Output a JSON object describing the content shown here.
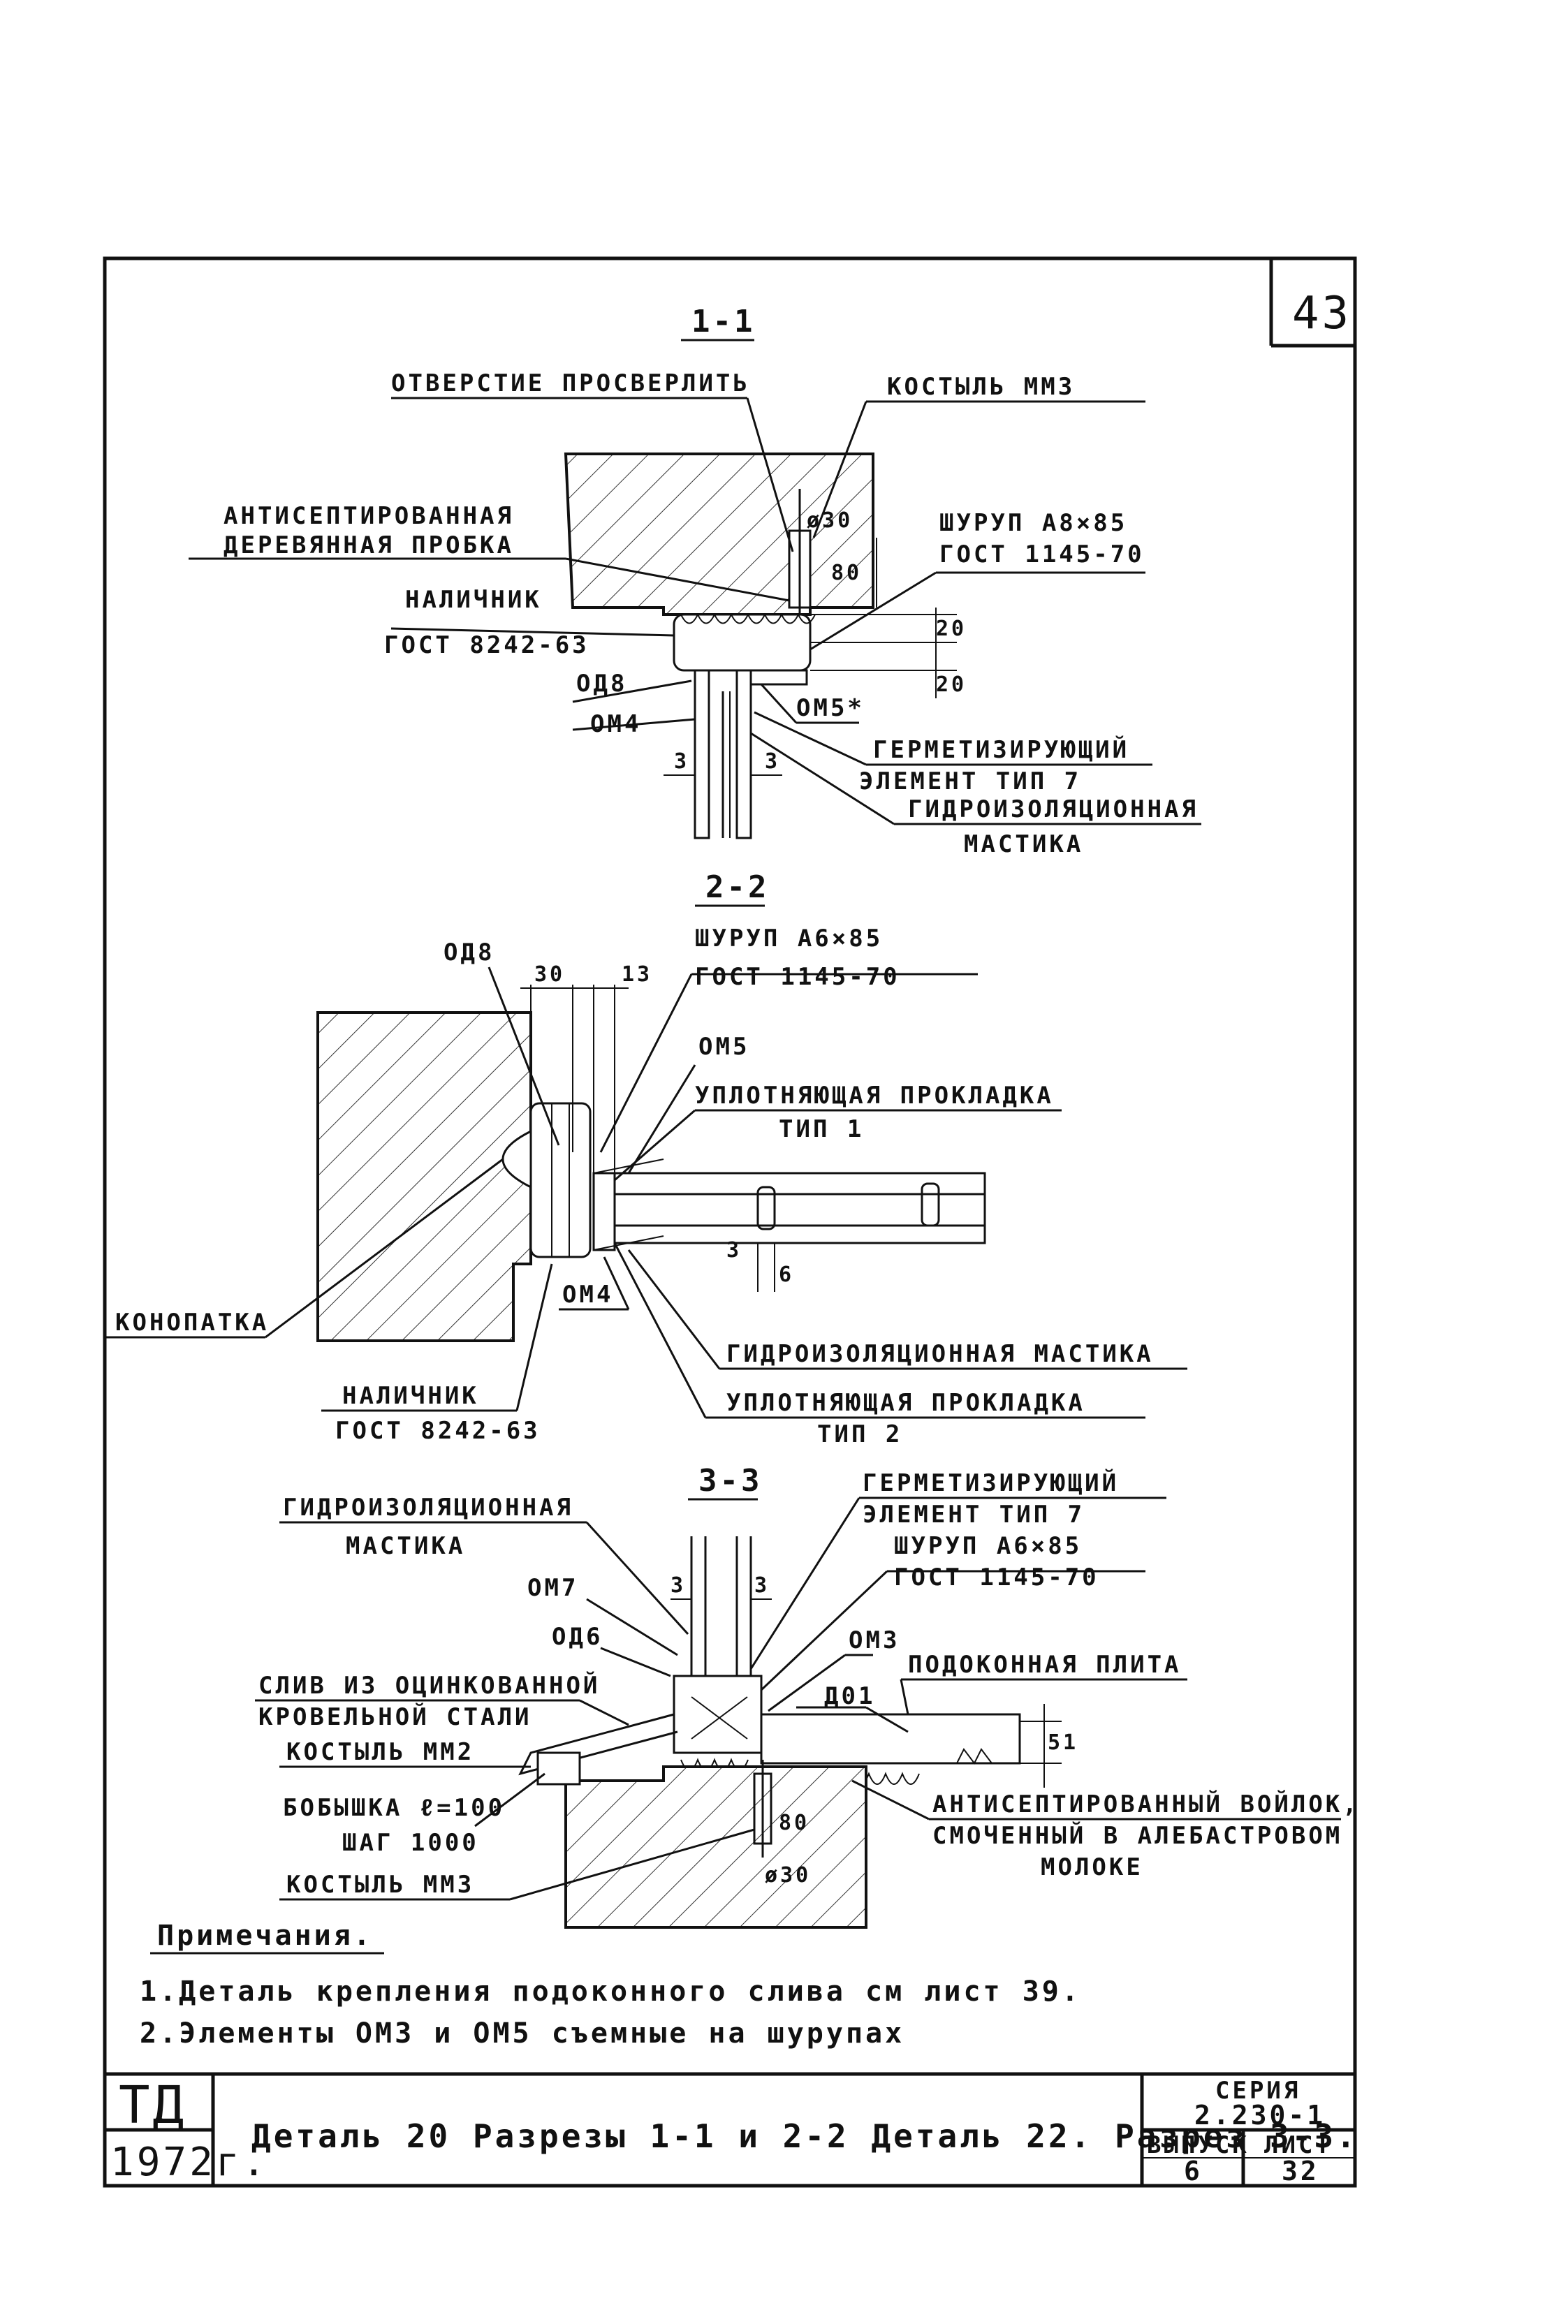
{
  "sheet": {
    "page_number": "43",
    "sections": {
      "s1": "1-1",
      "s2": "2-2",
      "s3": "3-3"
    },
    "labels_1": {
      "hole": "ОТВЕРСТИЕ ПРОСВЕРЛИТЬ",
      "kostyl": "КОСТЫЛЬ ММ3",
      "probka_1": "АНТИСЕПТИРОВАННАЯ",
      "probka_2": "ДЕРЕВЯННАЯ ПРОБКА",
      "shurup_1": "ШУРУП А8×85",
      "shurup_2": "ГОСТ 1145-70",
      "nalichnik_1": "НАЛИЧНИК",
      "nalichnik_2": "ГОСТ 8242-63",
      "od8": "ОД8",
      "om4": "ОМ4",
      "om5": "ОМ5*",
      "germ_1": "ГЕРМЕТИЗИРУЮЩИЙ",
      "germ_2": "ЭЛЕМЕНТ ТИП 7",
      "mastika_1": "ГИДРОИЗОЛЯЦИОННАЯ",
      "mastika_2": "МАСТИКА",
      "d_30": "ø30",
      "d_80": "80",
      "d_20a": "20",
      "d_20b": "20",
      "d_3a": "3",
      "d_3b": "3"
    },
    "labels_2": {
      "od8": "ОД8",
      "d_30": "30",
      "d_13": "13",
      "shurup_1": "ШУРУП А6×85",
      "shurup_2": "ГОСТ 1145-70",
      "om5": "ОМ5",
      "prokl1_1": "УПЛОТНЯЮЩАЯ ПРОКЛАДКА",
      "prokl1_2": "ТИП 1",
      "konopatka": "КОНОПАТКА",
      "om4": "ОМ4",
      "mastika": "ГИДРОИЗОЛЯЦИОННАЯ МАСТИКА",
      "prokl2_1": "УПЛОТНЯЮЩАЯ ПРОКЛАДКА",
      "prokl2_2": "ТИП 2",
      "nalichnik_1": "НАЛИЧНИК",
      "nalichnik_2": "ГОСТ 8242-63",
      "d_3": "3",
      "d_6": "6"
    },
    "labels_3": {
      "mastika_1": "ГИДРОИЗОЛЯЦИОННАЯ",
      "mastika_2": "МАСТИКА",
      "germ_1": "ГЕРМЕТИЗИРУЮЩИЙ",
      "germ_2": "ЭЛЕМЕНТ ТИП 7",
      "shurup_1": "ШУРУП А6×85",
      "shurup_2": "ГОСТ 1145-70",
      "om7": "ОМ7",
      "od6": "ОД6",
      "om3": "ОМ3",
      "plita": "ПОДОКОННАЯ ПЛИТА",
      "sliv_1": "СЛИВ ИЗ ОЦИНКОВАННОЙ",
      "sliv_2": "КРОВЕЛЬНОЙ СТАЛИ",
      "d001": "Д01",
      "mm2": "КОСТЫЛЬ ММ2",
      "bob_1": "БОБЫШКА ℓ=100",
      "bob_2": "ШАГ 1000",
      "mm3": "КОСТЫЛЬ ММ3",
      "voylok_1": "АНТИСЕПТИРОВАННЫЙ ВОЙЛОК,",
      "voylok_2": "СМОЧЕННЫЙ В АЛЕБАСТРОВОМ",
      "voylok_3": "МОЛОКЕ",
      "d_3a": "3",
      "d_3b": "3",
      "d_51": "51",
      "d_80": "80",
      "d_30": "ø30"
    },
    "notes": {
      "heading": "Примечания.",
      "n1": "1.Деталь крепления подоконного слива см лист 39.",
      "n2": "2.Элементы ОМ3 и ОМ5 съемные на шурупах"
    },
    "stamp": {
      "org": "ТД",
      "year": "1972г.",
      "title": "Деталь 20   Разрезы 1-1 и 2-2 Деталь 22. Разрез 3-3.",
      "seria_label": "СЕРИЯ",
      "seria_value": "2.230-1",
      "vypusk_label": "ВЫПУСК",
      "vypusk_value": "6",
      "list_label": "ЛИСТ",
      "list_value": "32"
    }
  }
}
